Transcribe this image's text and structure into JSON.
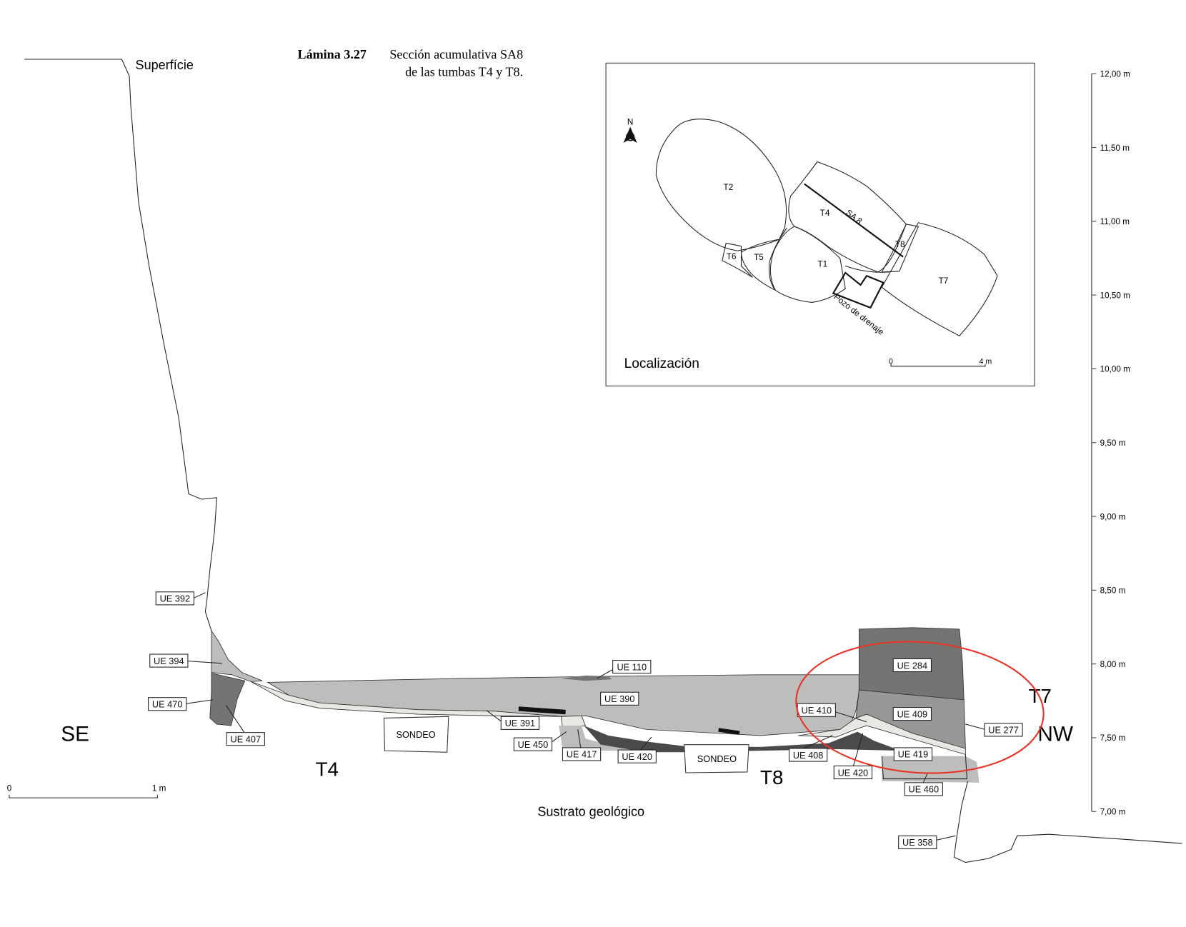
{
  "title": {
    "plate": "Lámina 3.27",
    "line1": "Sección acumulativa SA8",
    "line2": "de las tumbas T4 y T8."
  },
  "section": {
    "surface_label": "Superfície",
    "substrate_label": "Sustrato geológico",
    "orientation": {
      "left": "SE",
      "right": "NW"
    },
    "tombs": {
      "t4": "T4",
      "t8": "T8",
      "t7": "T7"
    },
    "sondeo": [
      "SONDEO",
      "SONDEO"
    ],
    "units": {
      "ue392": "UE 392",
      "ue394": "UE 394",
      "ue470": "UE 470",
      "ue407": "UE 407",
      "ue110": "UE 110",
      "ue390": "UE 390",
      "ue391": "UE 391",
      "ue450": "UE 450",
      "ue417": "UE 417",
      "ue420a": "UE 420",
      "ue408": "UE 408",
      "ue420b": "UE 420",
      "ue410": "UE 410",
      "ue284": "UE 284",
      "ue409": "UE 409",
      "ue277": "UE 277",
      "ue419": "UE 419",
      "ue460": "UE 460",
      "ue358": "UE 358"
    },
    "scale_bar": {
      "start": "0",
      "end": "1 m"
    }
  },
  "elevation_axis": [
    "12,00 m",
    "11,50 m",
    "11,00 m",
    "10,50 m",
    "10,00 m",
    "9,50 m",
    "9,00 m",
    "8,50 m",
    "8,00 m",
    "7,50 m",
    "7,00 m"
  ],
  "inset": {
    "title": "Localización",
    "north": "N",
    "tombs": [
      "T2",
      "T4",
      "T6",
      "T5",
      "T1",
      "T8",
      "T7"
    ],
    "section_label": "SA 8",
    "drain_label": "Pozo de drenaje",
    "scale_bar": {
      "start": "0",
      "end": "4 m"
    }
  },
  "colors": {
    "fill_light": "#bdbdbb",
    "fill_mid": "#979896",
    "fill_dark": "#737573",
    "fill_darker": "#4a4a4a",
    "fill_pale": "#e8e8e4",
    "highlight": "#e8352a"
  }
}
